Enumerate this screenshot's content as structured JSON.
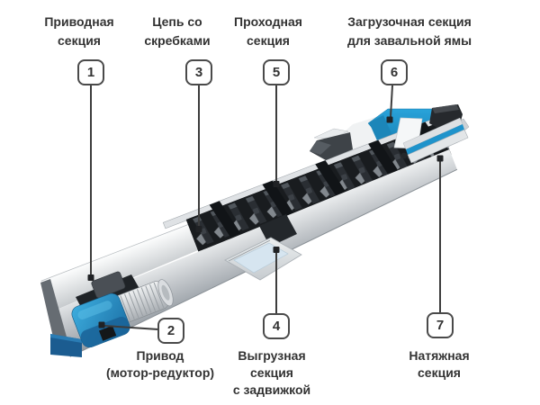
{
  "figure": {
    "callouts": [
      {
        "id": "drive-section",
        "number": "1",
        "lines": [
          "Приводная",
          "секция"
        ]
      },
      {
        "id": "drive-motor",
        "number": "2",
        "lines": [
          "Привод",
          "(мотор-редуктор)"
        ]
      },
      {
        "id": "scraper-chain",
        "number": "3",
        "lines": [
          "Цепь со",
          "скребками"
        ]
      },
      {
        "id": "discharge-section",
        "number": "4",
        "lines": [
          "Выгрузная",
          "секция",
          "с задвижкой"
        ]
      },
      {
        "id": "pass-section",
        "number": "5",
        "lines": [
          "Проходная",
          "секция"
        ]
      },
      {
        "id": "loading-section",
        "number": "6",
        "lines": [
          "Загрузочная секция",
          "для завальной ямы"
        ]
      },
      {
        "id": "tension-section",
        "number": "7",
        "lines": [
          "Натяжная",
          "секция"
        ]
      }
    ],
    "colors": {
      "background": "#ffffff",
      "text": "#333333",
      "leader_line": "#3d3d3d",
      "accent_blue": "#2095cd",
      "machine_silver": "#c6cacd",
      "chain_dark": "#17191c"
    }
  }
}
